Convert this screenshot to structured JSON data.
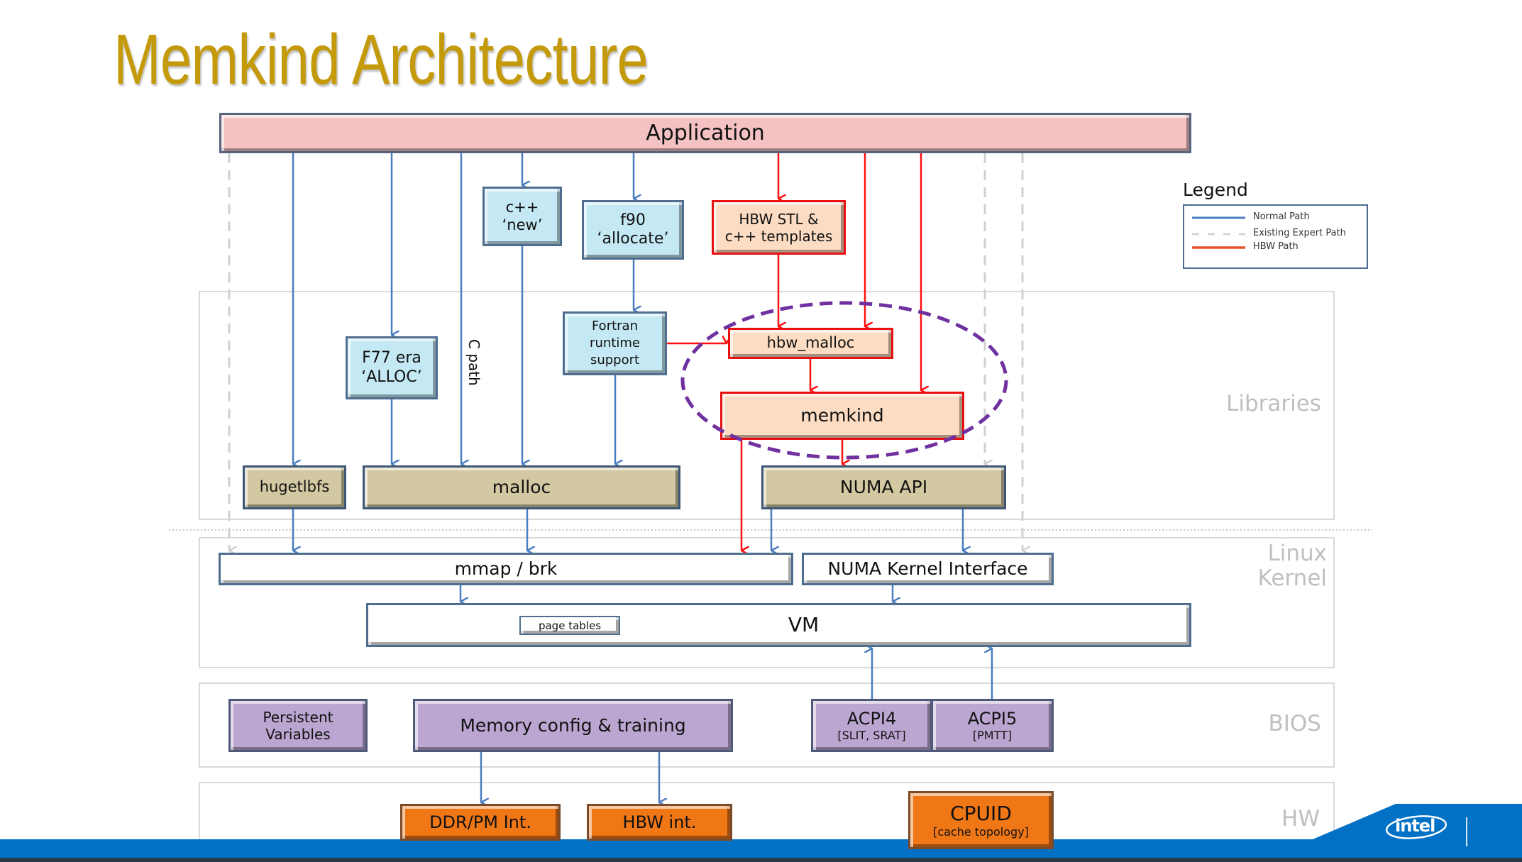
{
  "title": "Memkind Architecture",
  "colors": {
    "title": "#C49A0A",
    "normal_path": "#4A7EC0",
    "hbw_path": "#FF1010",
    "expert_path": "#D0D0D0",
    "ellipse": "#7030A0",
    "footer_blue": "#0071C5"
  },
  "layers": {
    "libraries": "Libraries",
    "kernel": "Linux\nKernel",
    "bios": "BIOS",
    "hw": "HW"
  },
  "legend": {
    "title": "Legend",
    "items": [
      {
        "label": "Normal Path",
        "style": "solid-blue"
      },
      {
        "label": "Existing Expert Path",
        "style": "dashed-gray"
      },
      {
        "label": "HBW Path",
        "style": "solid-red"
      }
    ]
  },
  "nodes": {
    "application": "Application",
    "cpp_new": "c++\n‘new’",
    "f90_allocate": "f90\n‘allocate’",
    "hbw_stl": "HBW STL &\nc++ templates",
    "f77_alloc": "F77 era\n‘ALLOC’",
    "c_path": "C path",
    "fortran_runtime": "Fortran\nruntime\nsupport",
    "hbw_malloc": "hbw_malloc",
    "memkind": "memkind",
    "hugetlbfs": "hugetlbfs",
    "malloc": "malloc",
    "numa_api": "NUMA API",
    "mmap_brk": "mmap / brk",
    "numa_kernel_interface": "NUMA Kernel Interface",
    "vm": "VM",
    "page_tables": "page tables",
    "persistent_variables": "Persistent\nVariables",
    "memory_config": "Memory config & training",
    "acpi4": {
      "name": "ACPI4",
      "sub": "[SLIT, SRAT]"
    },
    "acpi5": {
      "name": "ACPI5",
      "sub": "[PMTT]"
    },
    "ddr_pm": "DDR/PM Int.",
    "hbw_int": "HBW int.",
    "cpuid": {
      "name": "CPUID",
      "sub": "[cache topology]"
    }
  },
  "footer": {
    "logo": "intel"
  }
}
